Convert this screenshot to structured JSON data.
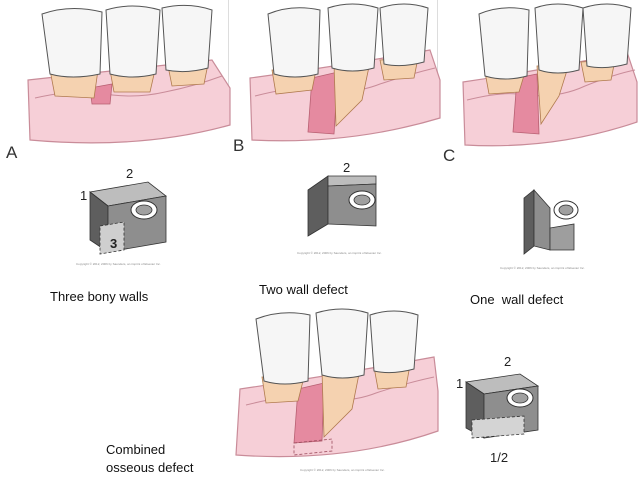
{
  "panels": [
    {
      "letter": "A",
      "caption": "Three bony walls",
      "walls": [
        "1",
        "2",
        "3"
      ]
    },
    {
      "letter": "B",
      "caption": "Two wall defect",
      "walls": [
        "2"
      ]
    },
    {
      "letter": "C",
      "caption": "One  wall defect",
      "walls": []
    }
  ],
  "combined": {
    "caption_line1": "Combined",
    "caption_line2": "osseous defect",
    "walls": [
      "1",
      "2",
      "1/2"
    ]
  },
  "copyright": "Copyright © 2012, 2006 by Saunders, an imprint of Elsevier Inc.",
  "colors": {
    "gum": "#f6cfd7",
    "gum_stroke": "#c98c99",
    "defect": "#e58aa0",
    "tooth": "#f6f6f6",
    "root": "#f5d2b0",
    "block": "#8e8e8e",
    "block_dark": "#5e5e5e"
  }
}
